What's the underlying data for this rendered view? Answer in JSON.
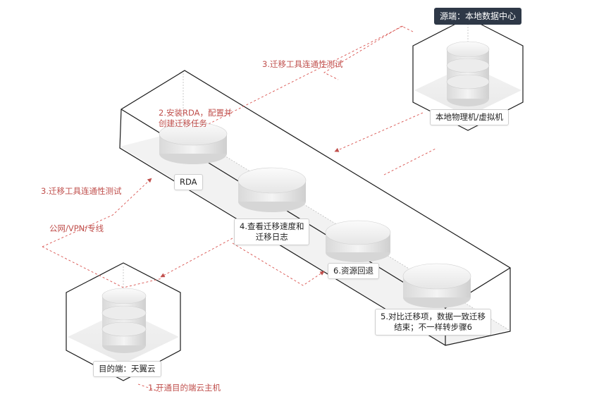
{
  "source_badge": "源端：本地数据中心",
  "nodes": {
    "source": "本地物理机/虚拟机",
    "rda": "RDA",
    "view_speed": [
      "4.查看迁移速度和",
      "迁移日志"
    ],
    "rollback": "6.资源回退",
    "compare": [
      "5.对比迁移项，数据一致迁移",
      "结束；不一样转步骤6"
    ],
    "target": "目的端：天翼云"
  },
  "annotations": {
    "test_top": "3.迁移工具连通性测试",
    "install": [
      "2.安装RDA，配置并",
      "创建迁移任务"
    ],
    "test_left": "3.迁移工具连通性测试",
    "network": "公网/VPN/专线",
    "open_host": "1.开通目的端云主机"
  },
  "colors": {
    "dashed_link": "#d9534f",
    "annotation_text": "#c0504d",
    "badge_bg": "#2e3847",
    "box_edge": "#1a1a1a"
  }
}
